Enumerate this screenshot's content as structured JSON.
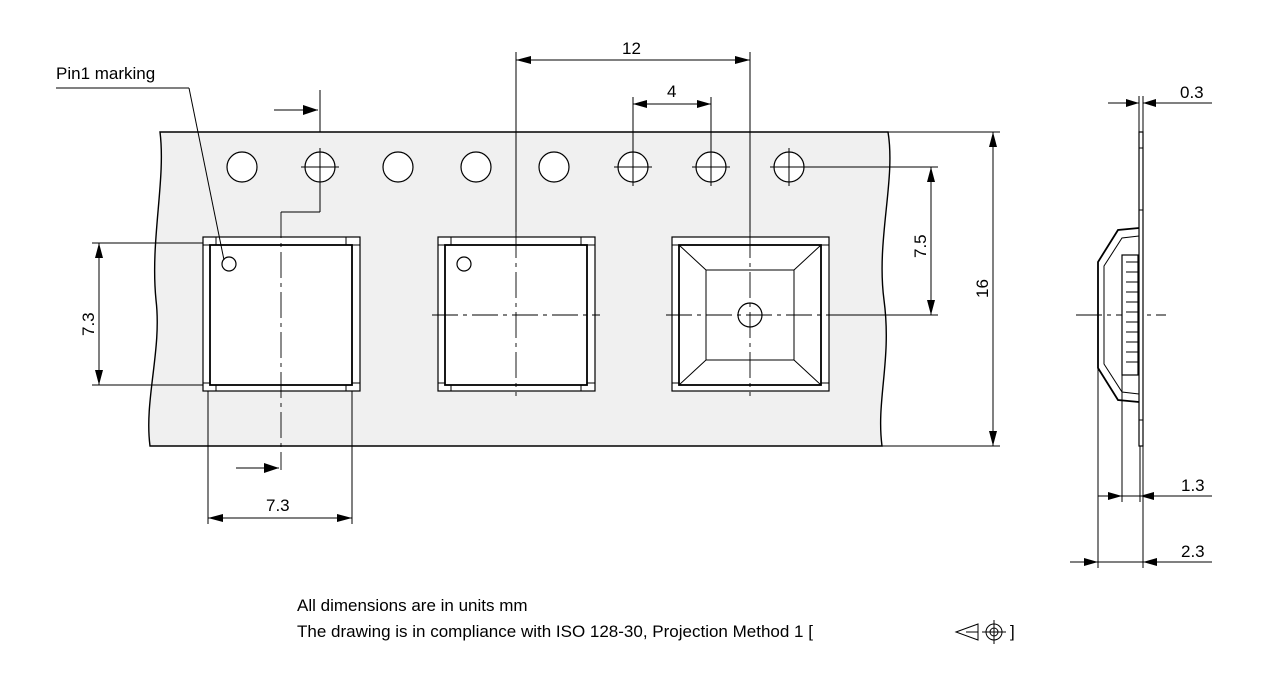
{
  "labels": {
    "pin1": "Pin1 marking",
    "pitch": "12",
    "hole_pitch": "4",
    "pocket_width": "7.3",
    "pocket_height": "7.3",
    "hole_to_center": "7.5",
    "tape_width": "16",
    "thickness": "0.3",
    "pocket_depth": "1.3",
    "total_depth": "2.3"
  },
  "notes": {
    "line1": "All dimensions are in units mm",
    "line2": "The drawing is in compliance with ISO 128-30, Projection Method 1 [",
    "line2_end": "]"
  }
}
